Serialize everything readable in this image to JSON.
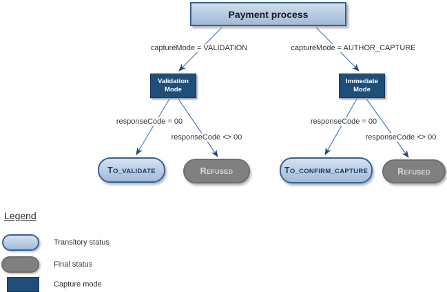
{
  "diagram": {
    "title_node": "Payment process",
    "nodes": {
      "root": "Payment process",
      "validation_mode": "Validation Mode",
      "immediate_mode": "Immediate Mode",
      "to_validate": "TO_VALIDATE",
      "refused_left": "REFUSED",
      "to_confirm_capture": "TO_CONFIRM_CAPTURE",
      "refused_right": "REFUSED"
    },
    "edges": {
      "capture_mode_validation": "captureMode = VALIDATION",
      "capture_mode_author_capture": "captureMode = AUTHOR_CAPTURE",
      "validation_response_ok": "responseCode = 00",
      "validation_response_ko": "responseCode <> 00",
      "immediate_response_ok": "responseCode = 00",
      "immediate_response_ko": "responseCode <> 00"
    }
  },
  "legend": {
    "title": "Legend",
    "items": [
      {
        "swatch": "transitory-pill",
        "label": "Transitory status"
      },
      {
        "swatch": "final-pill",
        "label": "Final status"
      },
      {
        "swatch": "capture-rect",
        "label": "Capture mode"
      }
    ]
  },
  "colors": {
    "transitory_fill": "#b8cce4",
    "transitory_border": "#376092",
    "final_fill": "#808080",
    "final_border": "#6d6d6d",
    "capture_fill": "#1f4e79",
    "edge_line": "#4a7ebb",
    "arrowhead": "#1f497d"
  }
}
